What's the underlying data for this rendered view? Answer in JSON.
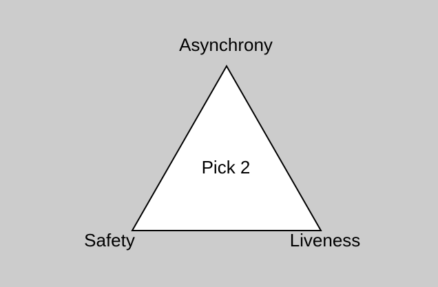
{
  "diagram": {
    "center_label": "Pick 2",
    "vertices": {
      "top": "Asynchrony",
      "bottom_left": "Safety",
      "bottom_right": "Liveness"
    }
  },
  "colors": {
    "background": "#cccccc",
    "triangle_fill": "#ffffff",
    "stroke": "#000000",
    "text": "#000000"
  }
}
